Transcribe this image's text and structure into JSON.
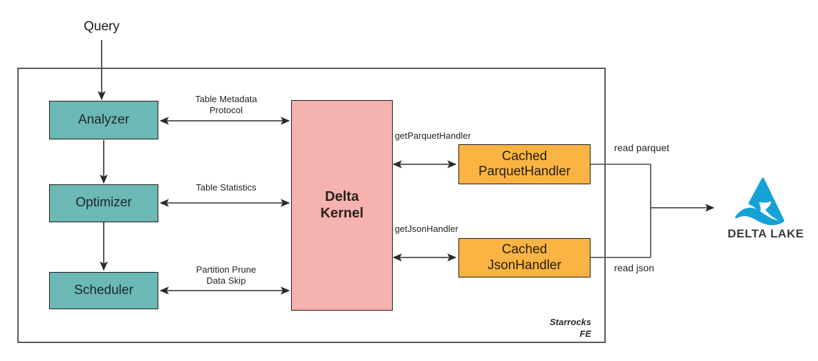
{
  "diagram": {
    "title": "Starrocks FE Delta Kernel integration",
    "colors": {
      "teal": "#6bb8b4",
      "pink": "#f6b2ae",
      "orange": "#fbb443",
      "boundary": "#57575a",
      "arrow": "#2b2b2b",
      "logo_blue": "#17a2d6",
      "logo_text": "#3b3b3b"
    }
  },
  "input": {
    "query_label": "Query"
  },
  "boundary": {
    "caption": "Starrocks\nFE"
  },
  "nodes": {
    "analyzer": {
      "label": "Analyzer"
    },
    "optimizer": {
      "label": "Optimizer"
    },
    "scheduler": {
      "label": "Scheduler"
    },
    "delta_kernel": {
      "line1": "Delta",
      "line2": "Kernel"
    },
    "cached_parquet_handler": {
      "line1": "Cached",
      "line2": "ParquetHandler"
    },
    "cached_json_handler": {
      "line1": "Cached",
      "line2": "JsonHandler"
    }
  },
  "edge_labels": {
    "table_metadata_protocol": "Table Metadata\nProtocol",
    "table_statistics": "Table Statistics",
    "partition_prune_data_skip": "Partition Prune\nData Skip",
    "get_parquet_handler": "getParquetHandler",
    "get_json_handler": "getJsonHandler",
    "read_parquet": "read parquet",
    "read_json": "read json"
  },
  "logo": {
    "name": "DELTA LAKE",
    "icon": "delta-lake-triangle-wave"
  }
}
